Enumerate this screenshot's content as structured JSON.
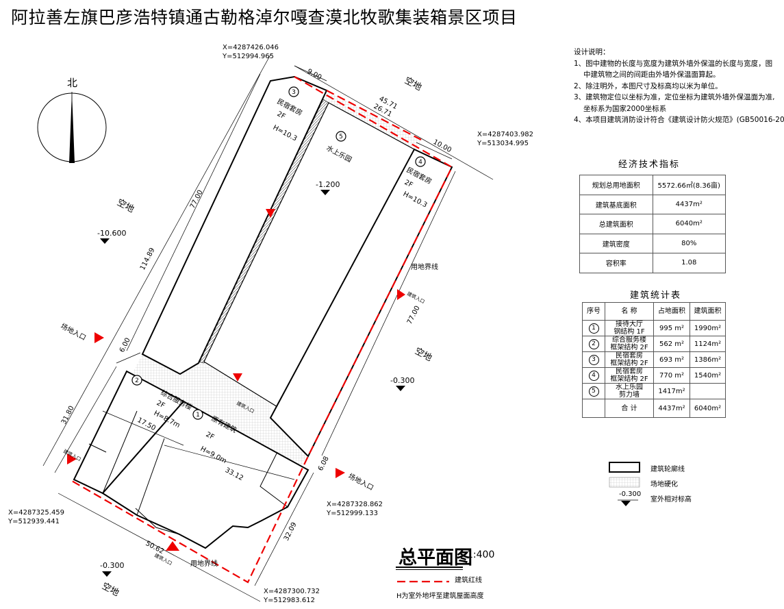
{
  "title": "阿拉善左旗巴彦浩特镇通古勒格淖尔嘎查漠北牧歌集装箱景区项目",
  "north_label": "北",
  "notes": {
    "heading": "设计说明：",
    "items": [
      "1、图中建物的长度与宽度为建筑外墙外保温的长度与宽度，图",
      "   中建筑物之间的间距由外墙外保温面算起。",
      "2、除注明外，本图尺寸及标高均以米为单位。",
      "3、建筑物定位以坐标为准，定位坐标为建筑外墙外保温面为准,",
      "   坐标系为国家2000坐标系",
      "4、本项目建筑消防设计符合《建筑设计防火规范》(GB50016-2014)。"
    ]
  },
  "econ": {
    "title": "经济技术指标",
    "rows": [
      {
        "label": "规划总用地面积",
        "value": "5572.66㎡(8.36亩)"
      },
      {
        "label": "建筑基底面积",
        "value": "4437m²"
      },
      {
        "label": "总建筑面积",
        "value": "6040m²"
      },
      {
        "label": "建筑密度",
        "value": "80%"
      },
      {
        "label": "容积率",
        "value": "1.08"
      }
    ]
  },
  "stats": {
    "title": "建筑统计表",
    "headers": [
      "序号",
      "名 称",
      "占地面积",
      "建筑面积"
    ],
    "rows": [
      {
        "no": "1",
        "name1": "接待大厅",
        "name2": "钢结构 1F",
        "land": "995 m²",
        "area": "1990m²"
      },
      {
        "no": "2",
        "name1": "综合服务楼",
        "name2": "框架结构 2F",
        "land": "562 m²",
        "area": "1124m²"
      },
      {
        "no": "3",
        "name1": "民宿套房",
        "name2": "框架结构 2F",
        "land": "693 m²",
        "area": "1386m²"
      },
      {
        "no": "4",
        "name1": "民宿套房",
        "name2": "框架结构 2F",
        "land": "770 m²",
        "area": "1540m²"
      },
      {
        "no": "5",
        "name1": "水上乐园",
        "name2": "剪力墙",
        "land": "1417m²",
        "area": ""
      }
    ],
    "total": {
      "label": "合 计",
      "land": "4437m²",
      "area": "6040m²"
    }
  },
  "legend": {
    "outline": "建筑轮廓线",
    "paving": "场地硬化",
    "elev_value": "-0.300",
    "elev": "室外相对标高"
  },
  "drawing": {
    "name": "总平面图",
    "scale": "1:400",
    "red_line": "建筑红线",
    "h_note": "H为室外地坪至建筑屋面高度"
  },
  "coords": [
    {
      "x": "X=4287426.046",
      "y": "Y=512994.965"
    },
    {
      "x": "X=4287403.982",
      "y": "Y=513034.995"
    },
    {
      "x": "X=4287325.459",
      "y": "Y=512939.441"
    },
    {
      "x": "X=4287328.862",
      "y": "Y=512999.133"
    },
    {
      "x": "X=4287300.732",
      "y": "Y=512983.612"
    }
  ],
  "dims": {
    "d900": "9.00",
    "d4571": "45.71",
    "d2671": "26.71",
    "d1000": "10.00",
    "d7700a": "77.00",
    "d11489": "114.89",
    "d7700b": "77.00",
    "d600": "6.00",
    "d3180": "31.80",
    "d1750": "17.50",
    "d3312": "33.12",
    "d608": "6.08",
    "d3209": "32.09",
    "d5062": "50.62"
  },
  "labels": {
    "kongdi": "空地",
    "entry": "场地入口",
    "bldg_entry": "建筑入口",
    "land_line": "用地界线",
    "b3_name": "民宿套房",
    "b3_floor": "2F",
    "b3_h": "H=10.3",
    "b4_name": "民宿套房",
    "b4_floor": "2F",
    "b4_h": "H=10.3",
    "b5_name": "水上乐园",
    "b2_name": "综合服务楼",
    "b2_floor": "2F",
    "b2_h": "H=8.7m",
    "b1_name": "原有建筑",
    "b1_floor": "2F",
    "b1_h": "H=9.0m"
  },
  "elevations": {
    "e1": "-10.600",
    "e2": "-1.200",
    "e3": "-0.300",
    "e4": "-0.300"
  },
  "circle_nums": {
    "n1": "1",
    "n2": "2",
    "n3": "3",
    "n4": "4",
    "n5": "5"
  }
}
